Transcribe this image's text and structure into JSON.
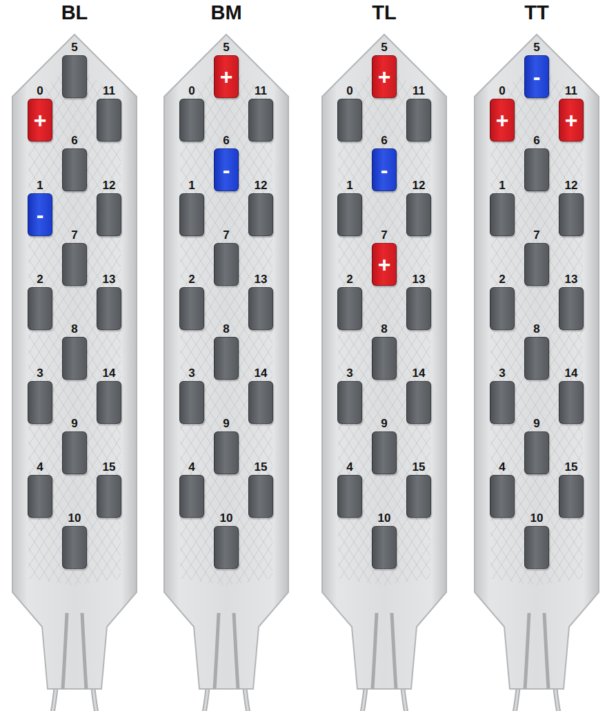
{
  "diagram": {
    "nodes": [
      {
        "text": [
          "BL"
        ]
      },
      {
        "text": [
          "0",
          "+"
        ],
        "in": 0
      },
      {
        "text": [
          "1",
          "-"
        ],
        "in": 0
      },
      {
        "text": [
          "2"
        ],
        "in": 0
      },
      {
        "text": [
          "3"
        ],
        "in": 0
      },
      {
        "text": [
          "4"
        ],
        "in": 0
      },
      {
        "text": [
          "5"
        ],
        "in": 0
      },
      {
        "text": [
          "6"
        ],
        "in": 0
      },
      {
        "text": [
          "7"
        ],
        "in": 0
      },
      {
        "text": [
          "8"
        ],
        "in": 0
      },
      {
        "text": [
          "9"
        ],
        "in": 0
      },
      {
        "text": [
          "10"
        ],
        "in": 0
      },
      {
        "text": [
          "11"
        ],
        "in": 0
      },
      {
        "text": [
          "12"
        ],
        "in": 0
      },
      {
        "text": [
          "13"
        ],
        "in": 0
      },
      {
        "text": [
          "14"
        ],
        "in": 0
      },
      {
        "text": [
          "15"
        ],
        "in": 0
      },
      {
        "text": [
          "BM"
        ]
      },
      {
        "text": [
          "0"
        ],
        "in": 17
      },
      {
        "text": [
          "1"
        ],
        "in": 17
      },
      {
        "text": [
          "2"
        ],
        "in": 17
      },
      {
        "text": [
          "3"
        ],
        "in": 17
      },
      {
        "text": [
          "4"
        ],
        "in": 17
      },
      {
        "text": [
          "5",
          "+"
        ],
        "in": 17
      },
      {
        "text": [
          "6",
          "-"
        ],
        "in": 17
      },
      {
        "text": [
          "7"
        ],
        "in": 17
      },
      {
        "text": [
          "8"
        ],
        "in": 17
      },
      {
        "text": [
          "9"
        ],
        "in": 17
      },
      {
        "text": [
          "10"
        ],
        "in": 17
      },
      {
        "text": [
          "11"
        ],
        "in": 17
      },
      {
        "text": [
          "12"
        ],
        "in": 17
      },
      {
        "text": [
          "13"
        ],
        "in": 17
      },
      {
        "text": [
          "14"
        ],
        "in": 17
      },
      {
        "text": [
          "15"
        ],
        "in": 17
      },
      {
        "text": [
          "TL"
        ]
      },
      {
        "text": [
          "0"
        ],
        "in": 34
      },
      {
        "text": [
          "1"
        ],
        "in": 34
      },
      {
        "text": [
          "2"
        ],
        "in": 34
      },
      {
        "text": [
          "3"
        ],
        "in": 34
      },
      {
        "text": [
          "4"
        ],
        "in": 34
      },
      {
        "text": [
          "5",
          "+"
        ],
        "in": 34
      },
      {
        "text": [
          "6",
          "-"
        ],
        "in": 34
      },
      {
        "text": [
          "7",
          "+"
        ],
        "in": 34
      },
      {
        "text": [
          "8"
        ],
        "in": 34
      },
      {
        "text": [
          "9"
        ],
        "in": 34
      },
      {
        "text": [
          "10"
        ],
        "in": 34
      },
      {
        "text": [
          "11"
        ],
        "in": 34
      },
      {
        "text": [
          "12"
        ],
        "in": 34
      },
      {
        "text": [
          "13"
        ],
        "in": 34
      },
      {
        "text": [
          "14"
        ],
        "in": 34
      },
      {
        "text": [
          "15"
        ],
        "in": 34
      },
      {
        "text": [
          "TT"
        ]
      },
      {
        "text": [
          "0",
          "+"
        ],
        "in": 51
      },
      {
        "text": [
          "1"
        ],
        "in": 51
      },
      {
        "text": [
          "2"
        ],
        "in": 51
      },
      {
        "text": [
          "3"
        ],
        "in": 51
      },
      {
        "text": [
          "4"
        ],
        "in": 51
      },
      {
        "text": [
          "5",
          "-"
        ],
        "in": 51
      },
      {
        "text": [
          "6"
        ],
        "in": 51
      },
      {
        "text": [
          "7"
        ],
        "in": 51
      },
      {
        "text": [
          "8"
        ],
        "in": 51
      },
      {
        "text": [
          "9"
        ],
        "in": 51
      },
      {
        "text": [
          "10"
        ],
        "in": 51
      },
      {
        "text": [
          "11",
          "+"
        ],
        "in": 51
      },
      {
        "text": [
          "12"
        ],
        "in": 51
      },
      {
        "text": [
          "13"
        ],
        "in": 51
      },
      {
        "text": [
          "14"
        ],
        "in": 51
      },
      {
        "text": [
          "15"
        ],
        "in": 51
      }
    ]
  }
}
